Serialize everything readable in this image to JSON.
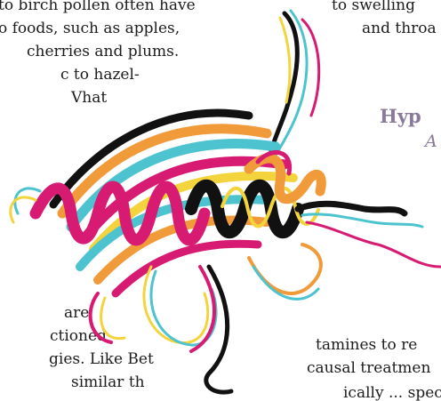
{
  "left_column": {
    "lines": [
      "to birch pollen often have",
      "o foods, such as apples,",
      "cherries and plums.",
      "c to hazel-",
      "Vhat"
    ],
    "lower_lines": [
      "are",
      "ctioned",
      "gies. Like Bet",
      "similar th"
    ]
  },
  "right_column": {
    "lines": [
      "to swelling",
      "and throa"
    ],
    "heading_line1": "Hyp",
    "heading_line2": "A",
    "lower_lines": [
      "tamines to re",
      "causal treatmen",
      "ically ... specific im"
    ]
  },
  "figure": {
    "description_colors": {
      "magenta": "#d81b72",
      "black": "#111111",
      "yellow": "#f3d43c",
      "cyan": "#4cc3cf",
      "orange": "#f19a3a"
    }
  }
}
